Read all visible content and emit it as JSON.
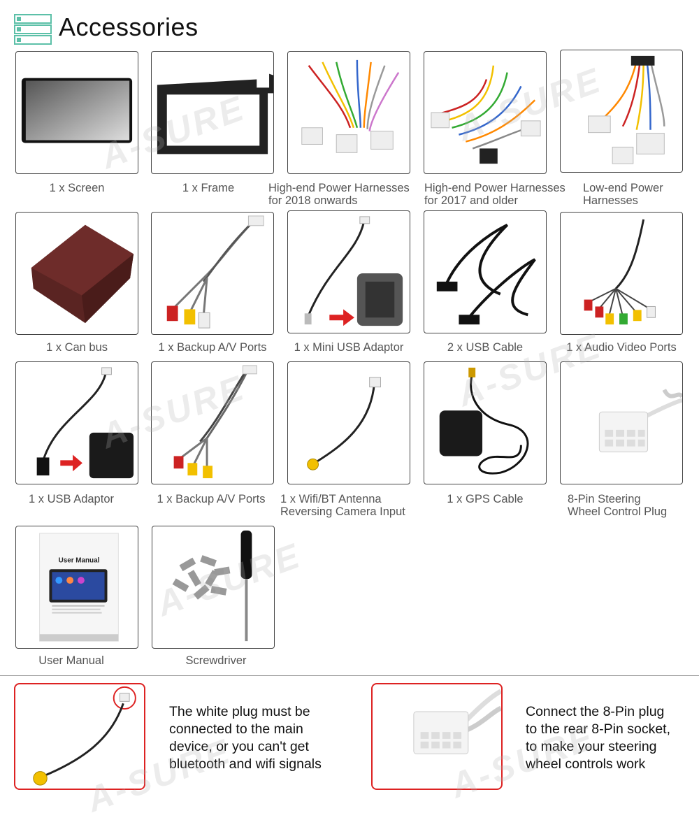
{
  "header": {
    "title": "Accessories",
    "icon": "list-icon",
    "accent_color": "#5cc0a8"
  },
  "watermark": "A-SURE",
  "items": [
    {
      "label": "1 x Screen"
    },
    {
      "label": "1 x Frame"
    },
    {
      "label_lines": [
        "High-end Power Harnesses",
        "for 2018 onwards"
      ]
    },
    {
      "label_lines": [
        "High-end Power Harnesses",
        "for 2017 and older"
      ]
    },
    {
      "label_lines": [
        "Low-end Power",
        "Harnesses"
      ]
    },
    {
      "label": "1 x Can bus"
    },
    {
      "label": "1 x Backup A/V Ports"
    },
    {
      "label": "1 x Mini USB Adaptor"
    },
    {
      "label": "2 x USB Cable"
    },
    {
      "label": "1 x Audio Video Ports"
    },
    {
      "label": "1 x USB Adaptor"
    },
    {
      "label": "1 x Backup A/V Ports"
    },
    {
      "label_lines": [
        "1 x Wifi/BT Antenna",
        "Reversing Camera Input"
      ]
    },
    {
      "label": "1 x GPS Cable"
    },
    {
      "label_lines": [
        "8-Pin Steering",
        "Wheel Control Plug"
      ]
    },
    {
      "label": "User Manual",
      "manual_title": "User Manual"
    },
    {
      "label": "Screwdriver"
    }
  ],
  "notes": [
    {
      "lines": [
        "The white plug must be",
        "connected to the main",
        "device, or you can't get",
        "bluetooth and wifi signals"
      ]
    },
    {
      "lines": [
        "Connect the 8-Pin plug",
        "to the rear 8-Pin socket,",
        "to make your steering",
        "wheel controls work"
      ]
    }
  ]
}
